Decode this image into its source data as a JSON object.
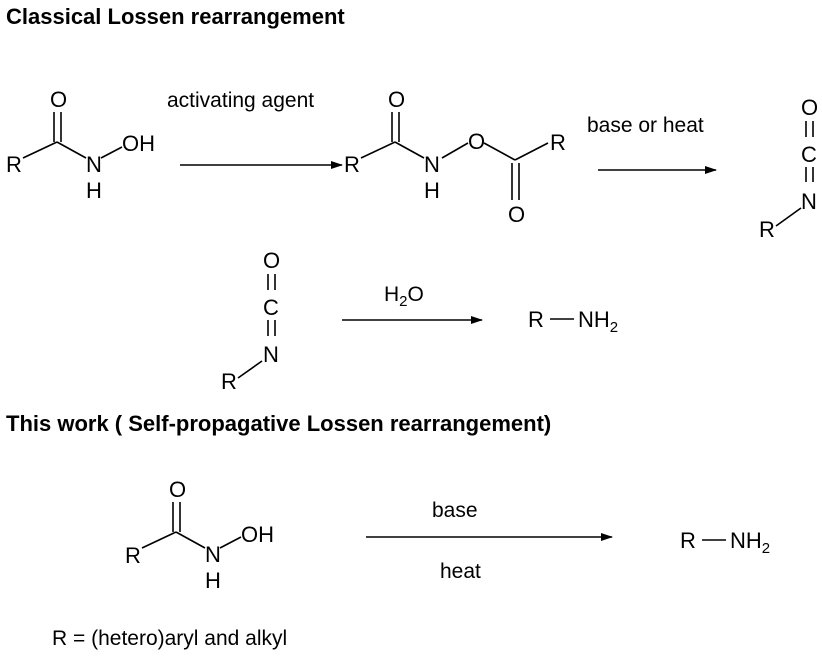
{
  "headings": {
    "classical": "Classical Lossen rearrangement",
    "this_work": "This work ( Self-propagative Lossen rearrangement)"
  },
  "atoms": {
    "R": "R",
    "O": "O",
    "N": "N",
    "C": "C",
    "H": "H",
    "OH": "OH",
    "NH": "NH",
    "two": "2"
  },
  "reactions": {
    "step1_reagent": "activating agent",
    "step2_reagent": "base or heat",
    "step3_reagent_main": "H",
    "step3_reagent_sub": "2",
    "step3_reagent_tail": "O",
    "step4_reagent_top": "base",
    "step4_reagent_bottom": "heat"
  },
  "footnote": "R = (hetero)aryl and alkyl"
}
